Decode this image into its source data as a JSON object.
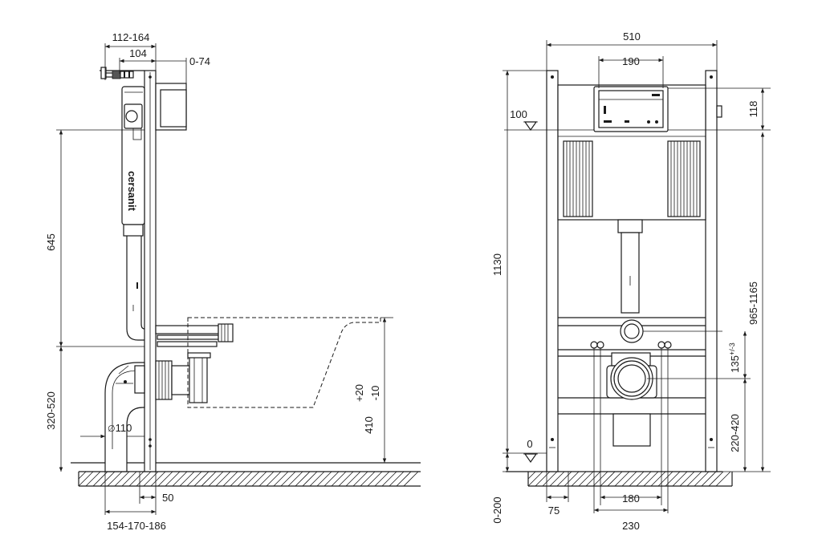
{
  "side_view": {
    "brand": "cersanit",
    "dims": {
      "top_range": "112-164",
      "top_depth": "104",
      "top_adjust": "0-74",
      "height_645": "645",
      "height_320_520": "320-520",
      "pipe_dia_symbol": "∅",
      "pipe_dia": "110",
      "bowl_plus": "+20",
      "bowl_minus": "-10",
      "bowl_height": "410",
      "foot_50": "50",
      "bottom_range": "154-170-186"
    }
  },
  "front_view": {
    "dims": {
      "width_510": "510",
      "width_190": "190",
      "height_118": "118",
      "level_100": "100",
      "height_1130": "1130",
      "height_965_1165": "965-1165",
      "height_135": "135",
      "height_135_tol": "+/-3",
      "height_220_420": "220-420",
      "level_0": "0",
      "floor_0_200": "0-200",
      "width_75": "75",
      "width_180": "180",
      "width_230": "230"
    }
  }
}
